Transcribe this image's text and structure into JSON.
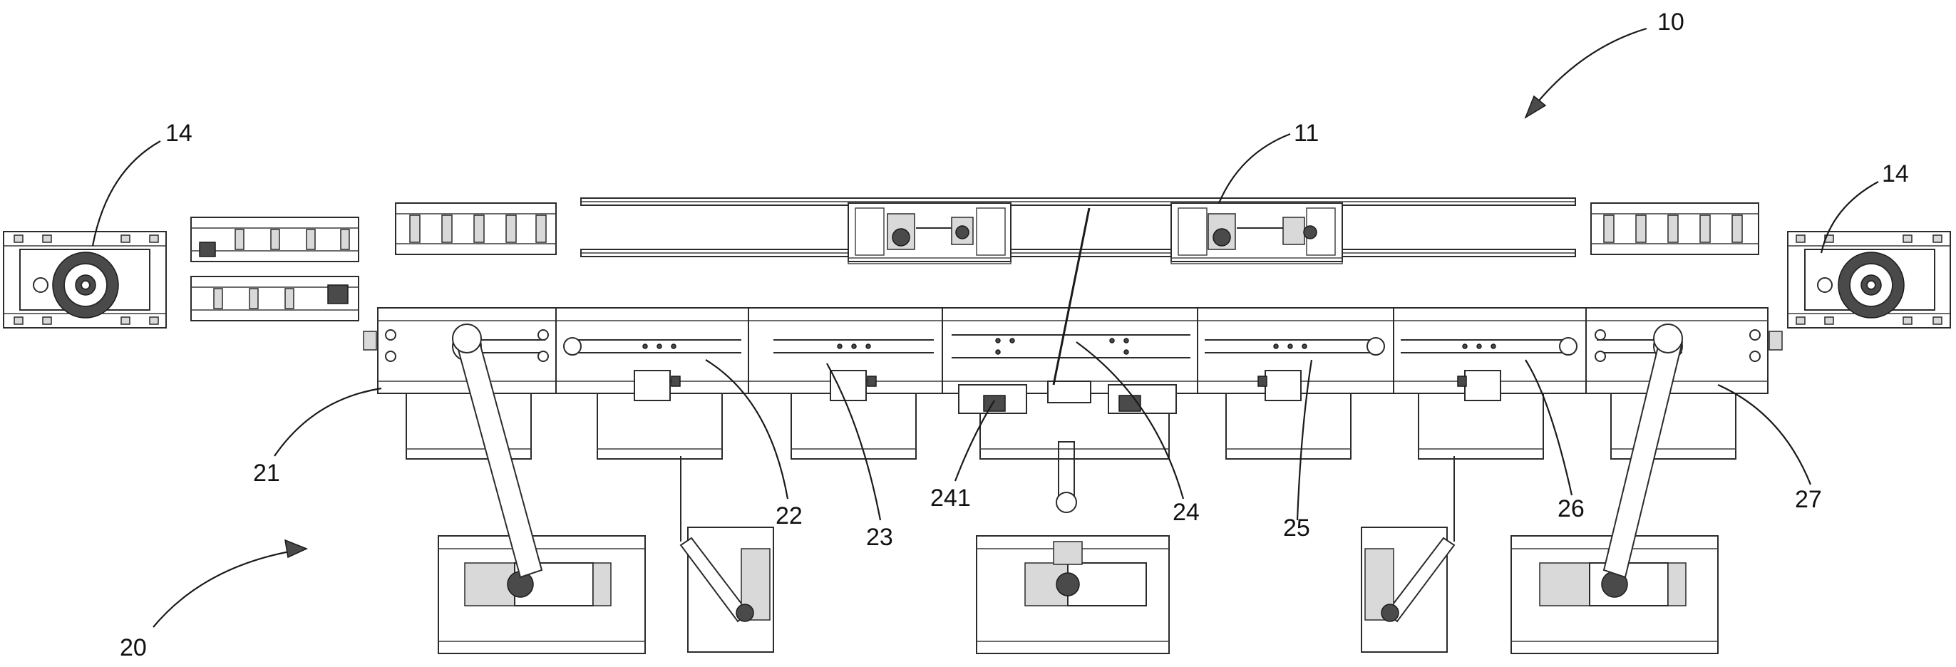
{
  "labels": {
    "assembly_top": "10",
    "assembly_bottom": "20",
    "rail": "11",
    "end_unit_left": "14",
    "end_unit_right": "14",
    "segment_21": "21",
    "segment_22": "22",
    "segment_23": "23",
    "segment_24": "24",
    "segment_241": "241",
    "segment_25": "25",
    "segment_26": "26",
    "segment_27": "27"
  },
  "colors": {
    "line": "#2b2b2b",
    "background": "#ffffff",
    "text": "#111111"
  }
}
